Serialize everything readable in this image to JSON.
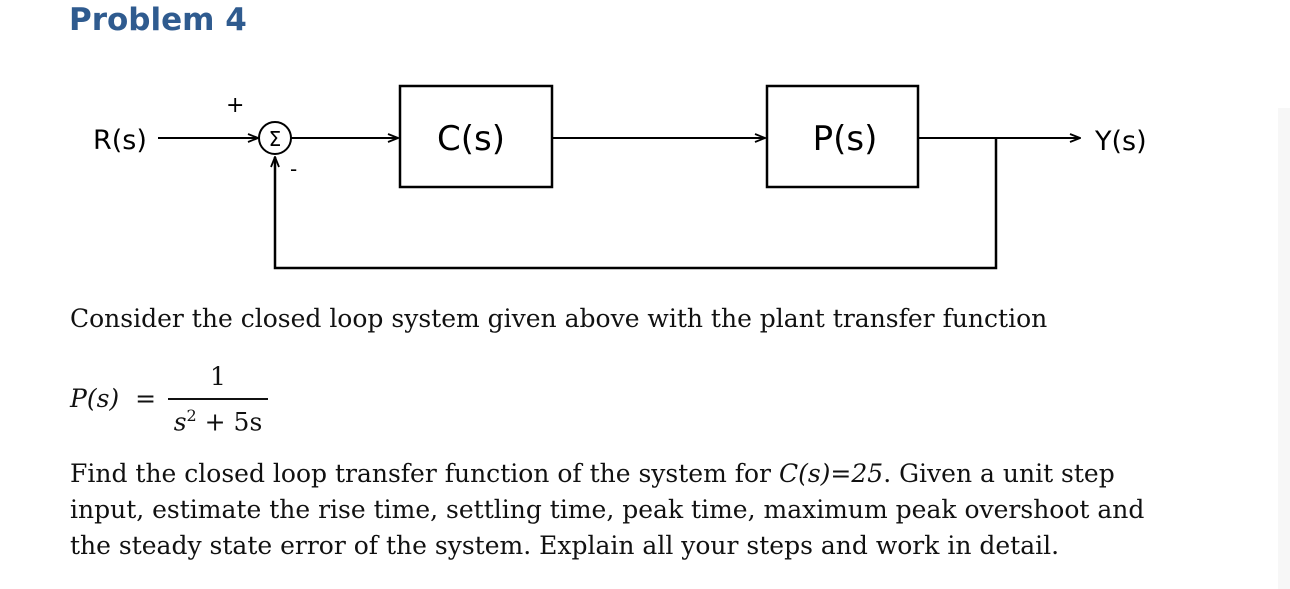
{
  "heading": "Problem 4",
  "diagram": {
    "input": "R(s)",
    "plus_sign": "+",
    "minus_sign": "-",
    "summer": "Σ",
    "controller": "C(s)",
    "plant": "P(s)",
    "output": "Y(s)"
  },
  "intro": "Consider the closed loop system given above with the plant transfer function",
  "equation": {
    "lhs": "P(s)",
    "equals": "=",
    "numerator": "1",
    "denominator_base": "s",
    "denominator_exp": "2",
    "denominator_rest": " + 5s"
  },
  "question": {
    "line1_before": "Find the closed loop transfer function of the system for ",
    "line1_italic": "C(s)=25",
    "line1_after": ". Given a unit step",
    "line2": "input, estimate the rise time, settling time, peak time, maximum peak overshoot and",
    "line3": "the steady state error of the system. Explain all your steps and work in detail."
  }
}
